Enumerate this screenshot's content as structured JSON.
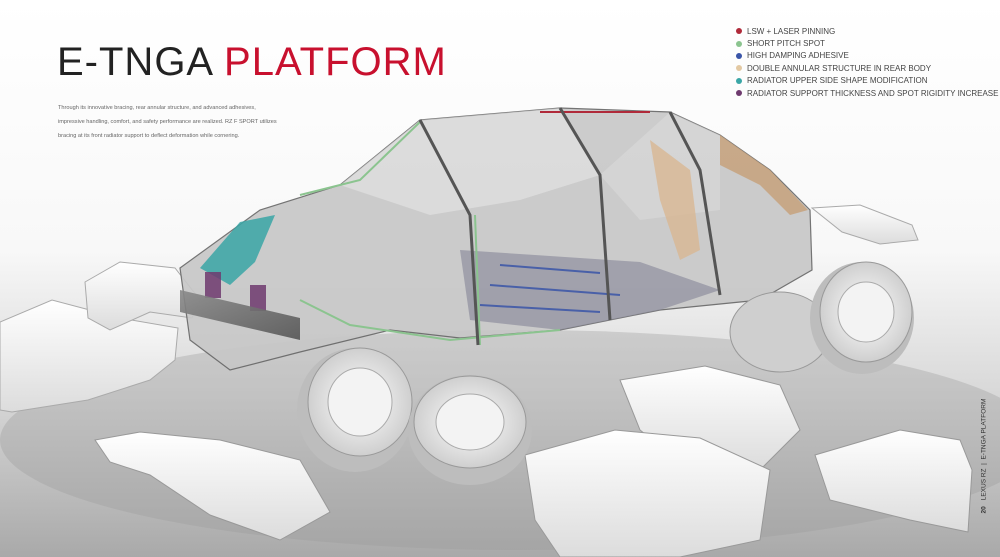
{
  "heading": {
    "part1": "E-TNGA",
    "part2": "PLATFORM",
    "accent": "#c8102e"
  },
  "intro": "Through its innovative bracing, rear annular structure, and advanced adhesives, impressive handling, comfort, and safety performance are realized. RZ F SPORT utilizes bracing at its front radiator support to deflect deformation while cornering.",
  "legend": [
    {
      "label": "LSW + LASER PINNING",
      "color": "#b02a3a"
    },
    {
      "label": "SHORT PITCH SPOT",
      "color": "#8bc48f"
    },
    {
      "label": "HIGH DAMPING ADHESIVE",
      "color": "#3a55a8"
    },
    {
      "label": "DOUBLE ANNULAR STRUCTURE IN REAR BODY",
      "color": "#e3c9a3"
    },
    {
      "label": "RADIATOR UPPER SIDE SHAPE MODIFICATION",
      "color": "#3aa6a6"
    },
    {
      "label": "RADIATOR SUPPORT THICKNESS AND SPOT RIGIDITY INCREASE",
      "color": "#6e3a6e"
    }
  ],
  "footer": {
    "page": "20",
    "brand": "LEXUS RZ",
    "section": "E-TNGA PLATFORM"
  }
}
